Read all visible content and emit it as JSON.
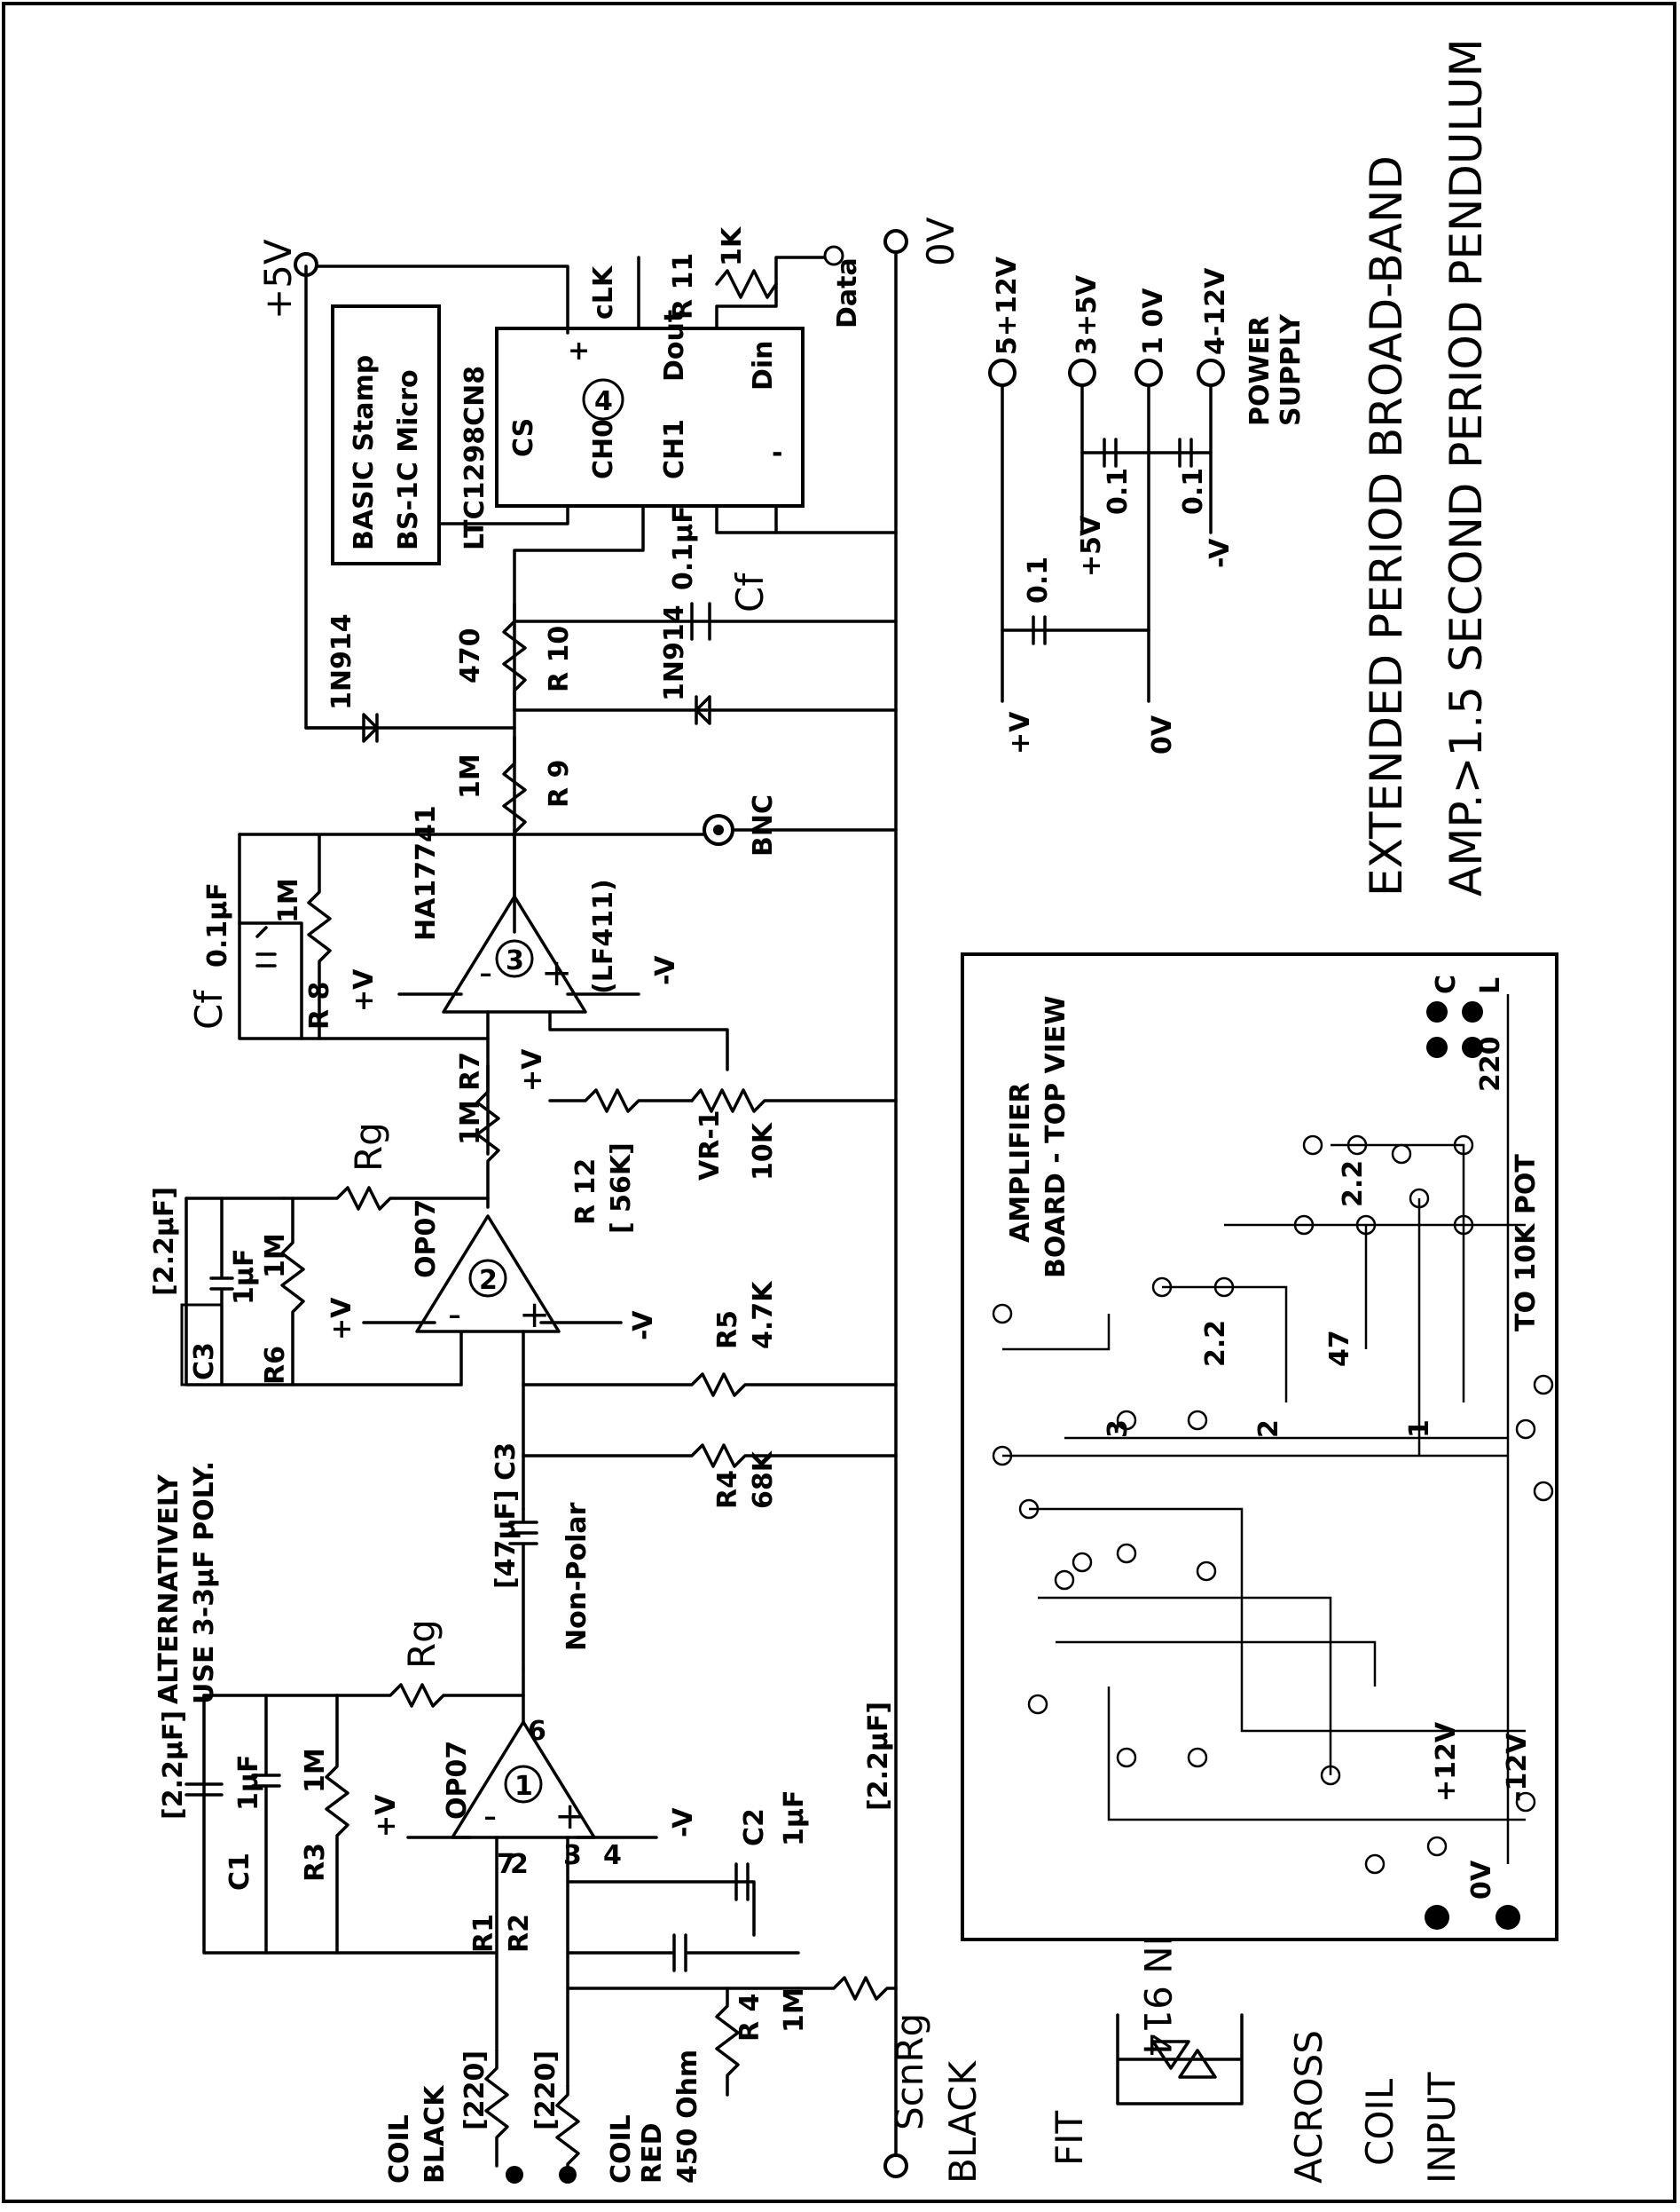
{
  "title_line1": "EXTENDED PERIOD BROAD-BAND",
  "title_line2": "AMP.>1.5 SECOND PERIOD PENDULUM",
  "rails": {
    "plus5v": "+5V",
    "zero_v": "0V"
  },
  "micro": {
    "line1": "BASIC Stamp",
    "line2": "BS-1C Micro"
  },
  "adc": {
    "part": "LTC1298CN8",
    "number": "4",
    "cs": "CS",
    "ch0": "CH0",
    "ch1": "CH1",
    "dout": "Dout",
    "din": "Din",
    "clk": "cLK",
    "plus": "+",
    "minus": "-"
  },
  "r11": {
    "name": "R 11",
    "value": "1K"
  },
  "data_label": "Data",
  "power": {
    "pins": [
      "5+12V",
      "3+5V",
      "1 0V",
      "4-12V"
    ],
    "label1": "POWER",
    "label2": "SUPPLY",
    "cap1": "0.1",
    "cap2": "0.1",
    "cap3": "0.1",
    "plus5v": "+5V",
    "minus_v": "-V",
    "plus_v": "+V",
    "zero_v": "0V"
  },
  "stage3": {
    "number": "3",
    "part": "HA17741",
    "alt": "(LF411)",
    "plus_v": "+V",
    "minus_v": "-V",
    "inv": "-",
    "noninv": "+"
  },
  "stage2": {
    "number": "2",
    "part": "OP07",
    "plus_v": "+V",
    "minus_v": "-V",
    "inv": "-",
    "noninv": "+"
  },
  "stage1": {
    "number": "1",
    "part": "OP07",
    "plus_v": "+V",
    "minus_v": "-V",
    "inv": "-",
    "noninv": "+",
    "pin7": "7",
    "pin2": "2",
    "pin3": "3",
    "pin4": "4",
    "pin6": "6"
  },
  "components": {
    "r8": "R 8",
    "r8_val": "1M",
    "cf3": "Cf",
    "cf3_val": "0.1μF",
    "r9": "R 9",
    "r9_val": "1M",
    "r10": "R 10",
    "r10_val": "470",
    "d1": "1N914",
    "d2": "1N914",
    "cf_out": "Cf",
    "cf_out_val": "0.1μF",
    "bnc": "BNC",
    "r7": "1M R7",
    "rg2": "Rg",
    "r12": "R 12",
    "r12_val": "[ 56K]",
    "vr1": "VR-1",
    "vr1_val": "10K",
    "plus_v_r12": "+V",
    "r6": "R6",
    "r6_val": "1M",
    "c6_val": "1μF",
    "c6_alt": "[2.2μF]",
    "c3_box": "C3",
    "r5": "R5",
    "r5_val": "4.7K",
    "r4": "R4",
    "r4_val": "68K",
    "c3": "[47μF] C3",
    "non_polar": "Non-Polar",
    "alt1": "ALTERNATIVELY",
    "alt2": "USE 3-3μF POLY.",
    "rg1": "Rg",
    "c1": "C1",
    "c1_val": "[2.2μF]",
    "c1b_val": "1μF",
    "r3": "R3",
    "r3_val": "1M",
    "r1": "R1",
    "r1_val": "[220]",
    "r2": "R2",
    "r2_val": "[220]",
    "c2": "C2",
    "c2_val": "1μF",
    "c2_alt": "[2.2μF]",
    "r4b": "R 4",
    "r4b_val": "1M",
    "coil_black1": "COIL",
    "coil_black2": "BLACK",
    "coil_red1": "COIL",
    "coil_red2": "RED",
    "coil_red3": "450 Ohm",
    "scn_rg": "ScnRg",
    "black": "BLACK"
  },
  "board": {
    "title1": "AMPLIFIER",
    "title2": "BOARD - TOP VIEW",
    "c": "C",
    "l": "L",
    "r220": "220",
    "k2_2": "2.2",
    "k47": "47",
    "k1": "1",
    "k2": "2",
    "k3": "3",
    "k22": "2.2",
    "pot": "TO 10K POT",
    "plus12": "+12V",
    "minus12": "-12V",
    "zero": "0V"
  },
  "handwritten": {
    "diode": "IN 914",
    "fit": "FIT",
    "across": "ACROSS",
    "coil": "COIL",
    "input": "INPUT"
  }
}
